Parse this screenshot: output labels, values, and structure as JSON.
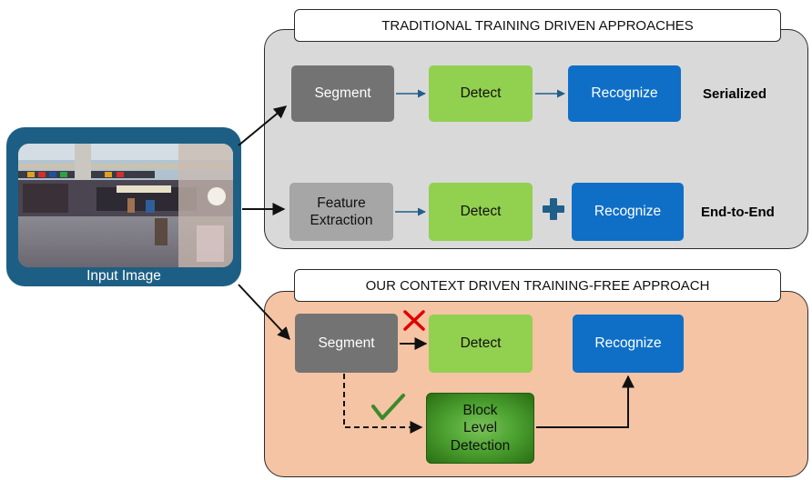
{
  "top_panel": {
    "title": "TRADITIONAL TRAINING DRIVEN APPROACHES",
    "row1": {
      "segment": "Segment",
      "detect": "Detect",
      "recognize": "Recognize",
      "label": "Serialized"
    },
    "row2": {
      "feature": "Feature Extraction",
      "detect": "Detect",
      "recognize": "Recognize",
      "label": "End-to-End"
    }
  },
  "input": {
    "label": "Input Image"
  },
  "bottom_panel": {
    "title": "OUR CONTEXT DRIVEN TRAINING-FREE APPROACH",
    "segment": "Segment",
    "detect": "Detect",
    "recognize": "Recognize",
    "block_detection": "Block Level Detection"
  },
  "colors": {
    "segment": "#737373",
    "feature": "#a6a6a6",
    "detect": "#92d050",
    "recognize": "#0f6fc6",
    "top_panel": "#d9d9d9",
    "bottom_panel": "#f5c4a4",
    "input_frame": "#1d5f84",
    "cross": "#e00000",
    "check": "#3a8a2a"
  }
}
